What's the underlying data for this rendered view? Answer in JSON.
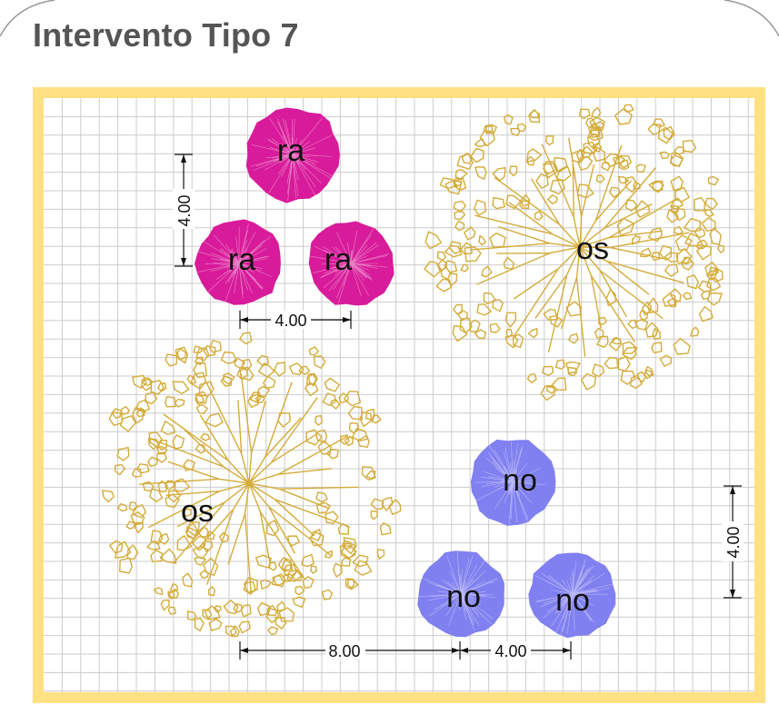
{
  "title": "Intervento Tipo 7",
  "colors": {
    "frame": "#FFE082",
    "grid": "#cccccc",
    "ra": "#D81B9A",
    "os": "#D4AC3A",
    "no": "#8080F0",
    "dimension": "#111111"
  },
  "plants": [
    {
      "code": "ra",
      "species": "ra"
    },
    {
      "code": "ra",
      "species": "ra"
    },
    {
      "code": "ra",
      "species": "ra"
    },
    {
      "code": "os",
      "species": "os"
    },
    {
      "code": "os",
      "species": "os"
    },
    {
      "code": "no",
      "species": "no"
    },
    {
      "code": "no",
      "species": "no"
    },
    {
      "code": "no",
      "species": "no"
    }
  ],
  "dimensions": {
    "ra_vertical": "4.00",
    "ra_horizontal": "4.00",
    "no_vertical": "4.00",
    "bottom_left": "8.00",
    "bottom_right": "4.00"
  }
}
